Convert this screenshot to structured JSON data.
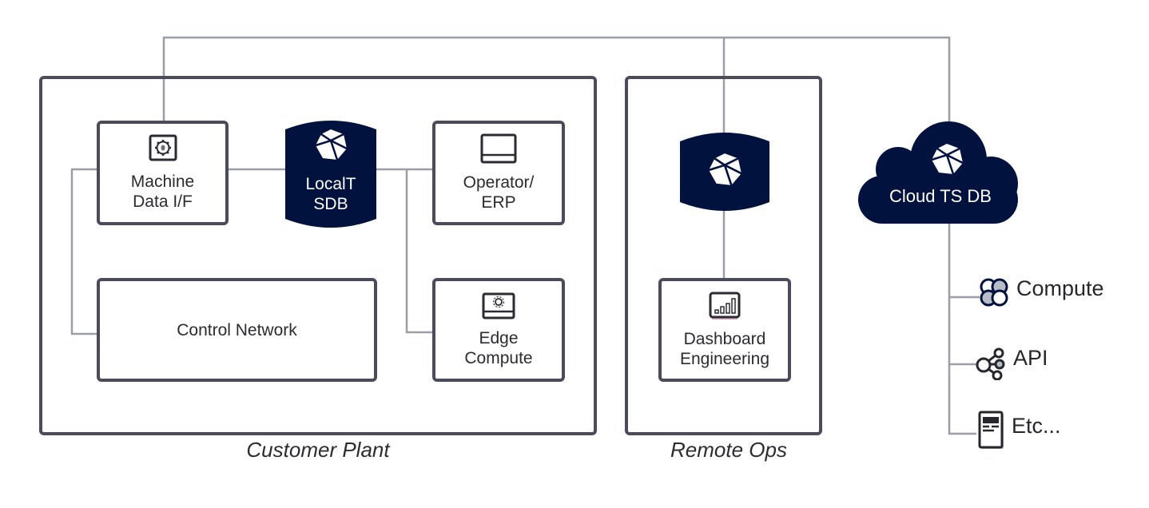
{
  "diagram": {
    "groups": {
      "customer_plant": "Customer Plant",
      "remote_ops": "Remote Ops"
    },
    "nodes": {
      "machine_data": {
        "label": "Machine\nData I/F",
        "icon": "gear-chip-icon"
      },
      "local_tsdb": {
        "label": "LocalT\nSDB",
        "icon": "tsdb-logo-icon"
      },
      "operator_erp": {
        "label": "Operator/\nERP",
        "icon": "monitor-icon"
      },
      "control_network": {
        "label": "Control Network"
      },
      "edge_compute": {
        "label": "Edge\nCompute",
        "icon": "laptop-gear-icon"
      },
      "remote_db": {
        "label": "",
        "icon": "tsdb-logo-icon"
      },
      "dashboard": {
        "label": "Dashboard\nEngineering",
        "icon": "bar-chart-icon"
      },
      "cloud_db": {
        "label": "Cloud TS DB",
        "icon": "tsdb-logo-icon"
      }
    },
    "outputs": [
      {
        "label": "Compute",
        "icon": "compute-icon"
      },
      {
        "label": "API",
        "icon": "share-icon"
      },
      {
        "label": "Etc...",
        "icon": "document-icon"
      }
    ],
    "colors": {
      "navy": "#00123d",
      "border": "#4a4c5c",
      "connector": "#9a9ea8"
    }
  }
}
